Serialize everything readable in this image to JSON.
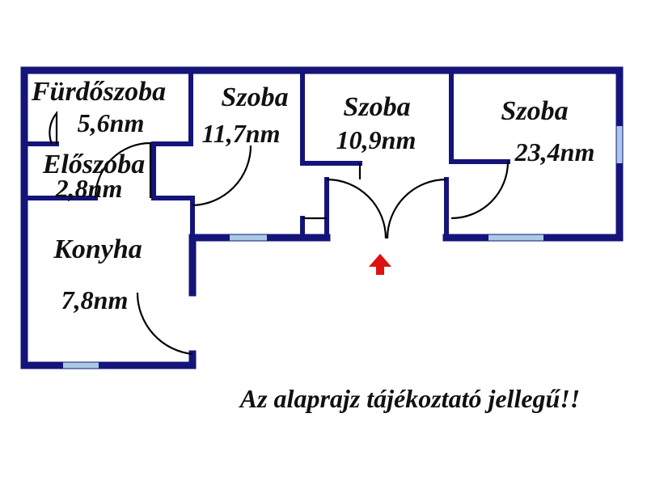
{
  "rooms": {
    "bathroom": {
      "name": "Fürdőszoba",
      "area": "5,6nm"
    },
    "room1": {
      "name": "Szoba",
      "area": "11,7nm"
    },
    "room2": {
      "name": "Szoba",
      "area": "10,9nm"
    },
    "room3": {
      "name": "Szoba",
      "area": "23,4nm"
    },
    "hall": {
      "name": "Előszoba",
      "area": "2,8nm"
    },
    "kitchen": {
      "name": "Konyha",
      "area": "7,8nm"
    }
  },
  "note": "Az alaprajz tájékoztató jellegű!!",
  "colors": {
    "wall": "#14147a",
    "window": "#a9c9e6",
    "entrance_arrow": "#e01010"
  }
}
